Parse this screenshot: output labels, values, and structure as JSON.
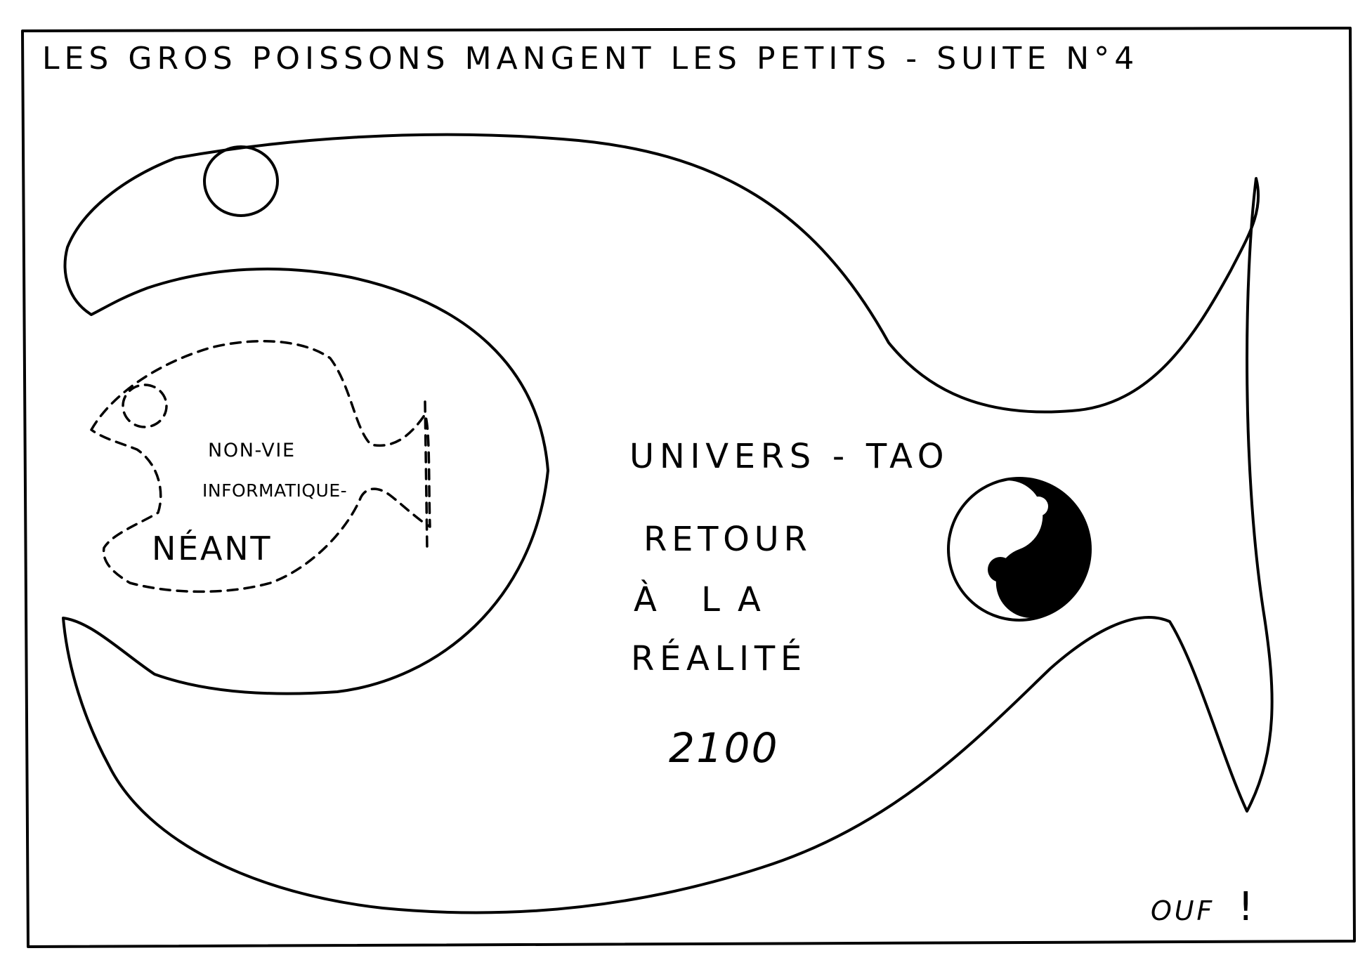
{
  "title": "LES GROS POISSONS MANGENT LES PETITS - SUITE N°4",
  "small_fish": {
    "line1": "NON-VIE",
    "line2": "INFORMATIQUE-",
    "line3": "NÉANT"
  },
  "big_fish": {
    "line1": "UNIVERS - TAO",
    "line2": "RETOUR",
    "line3": "À LA",
    "line4": "RÉALITÉ",
    "year": "2100"
  },
  "footer": {
    "text": "OUF",
    "exclaim": "!"
  },
  "colors": {
    "ink": "#000000",
    "paper": "#ffffff"
  },
  "icons": {
    "big_fish_symbol": "yin-yang-icon",
    "big_fish_eye": "eye-icon",
    "small_fish_eye": "eye-icon"
  }
}
